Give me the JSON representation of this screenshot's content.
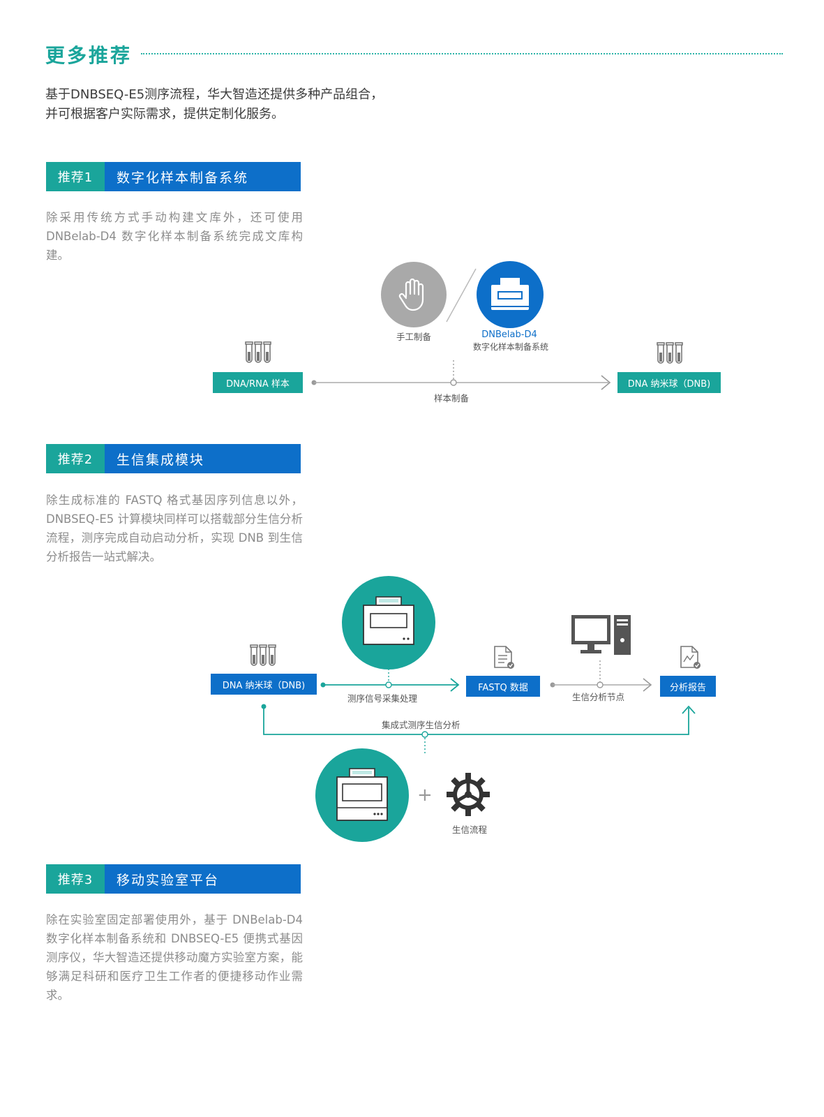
{
  "page": {
    "title": "更多推荐",
    "intro_line1": "基于DNBSEQ-E5测序流程，华大智造还提供多种产品组合，",
    "intro_line2": "并可根据客户实际需求，提供定制化服务。"
  },
  "rec1": {
    "tag": "推荐1",
    "name": "数字化样本制备系统",
    "desc": "除采用传统方式手动构建文库外，还可使用DNBelab-D4 数字化样本制备系统完成文库构建。",
    "diagram": {
      "manual_label": "手工制备",
      "device_name": "DNBelab-D4",
      "device_desc": "数字化样本制备系统",
      "input_label": "DNA/RNA 样本",
      "process_label": "样本制备",
      "output_label": "DNA 纳米球（DNB)",
      "icons": [
        "test-tubes-icon",
        "hand-icon",
        "sample-prep-device-icon"
      ],
      "colors": {
        "teal": "#1aa59b",
        "blue": "#0d6fc9",
        "gray_circle": "#a9a9a9"
      }
    }
  },
  "rec2": {
    "tag": "推荐2",
    "name": "生信集成模块",
    "desc": "除生成标准的 FASTQ 格式基因序列信息以外，DNBSEQ-E5 计算模块同样可以搭载部分生信分析流程，测序完成自动启动分析，实现 DNB 到生信分析报告一站式解决。",
    "diagram": {
      "input_label": "DNA 纳米球（DNB)",
      "step1_label": "测序信号采集处理",
      "fastq_label": "FASTQ 数据",
      "step2_label": "生信分析节点",
      "report_label": "分析报告",
      "integrated_label": "集成式测序生信分析",
      "plus": "+",
      "pipeline_label": "生信流程",
      "icons": [
        "sequencer-icon",
        "document-icon",
        "computer-icon",
        "report-icon",
        "gear-icon"
      ]
    }
  },
  "rec3": {
    "tag": "推荐3",
    "name": "移动实验室平台",
    "desc": "除在实验室固定部署使用外，基于 DNBelab-D4 数字化样本制备系统和 DNBSEQ-E5 便携式基因测序仪，华大智造还提供移动魔方实验室方案，能够满足科研和医疗卫生工作者的便捷移动作业需求。"
  }
}
